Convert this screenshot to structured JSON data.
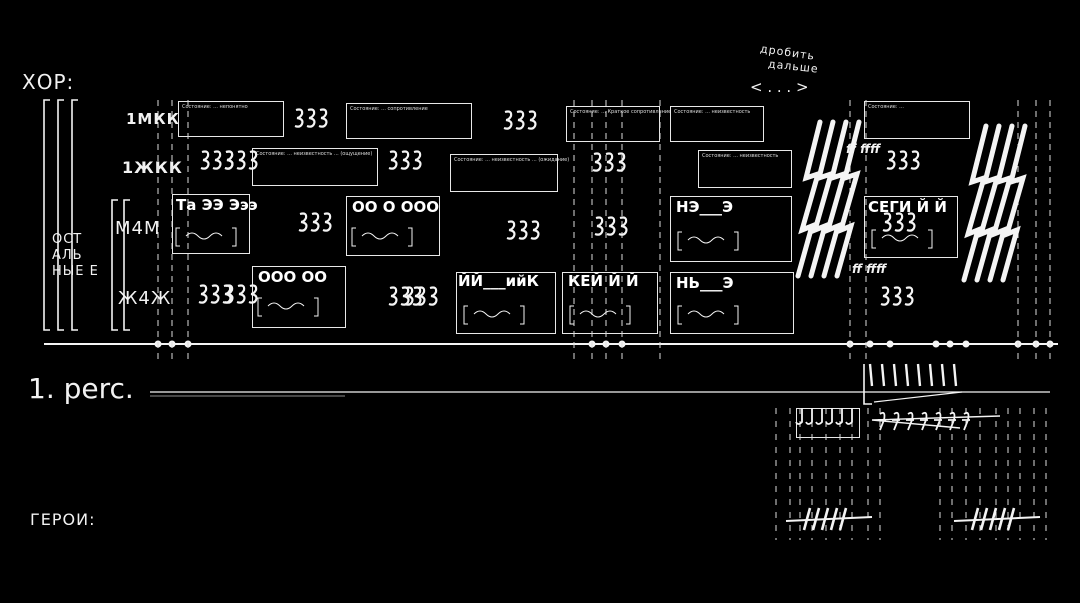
{
  "sections": {
    "choir": "ХОР:",
    "others": "ОСТ\nАЛЬ\nНЫЕ Е",
    "percussion": "1. perc.",
    "heroes": "ГЕРОИ:"
  },
  "voices": [
    "1МКК",
    "1ЖКК",
    "М4М",
    "Ж4Ж"
  ],
  "annotation": {
    "text_line1": "дробить",
    "text_line2": "дальше",
    "arrow": "< . . . >"
  },
  "state_boxes": [
    "Состояние: ... непонятно",
    "Состояние: ... сопротивление",
    "Состояние: ... Краткое сопротивление",
    "Состояние: ... неизвестность",
    "Состояние: ... неизвестность ... (ощущение)",
    "Состояние: ... неизвестность ... (ожидание)",
    "Состояние: ... неизвестность",
    "Состояние: ..."
  ],
  "syllables": {
    "m4m_1": "Та ЭЭ Эээ",
    "m4m_2": "ОО О ООО",
    "m4m_3": "НЭ___Э",
    "m4m_4": "СЕГИ Й Й",
    "zh4zh_1": "ООО ОО",
    "zh4zh_2": "ЙЙ___ийК",
    "zh4zh_3": "КЕЙ Й Й",
    "zh4zh_4": "НЬ___Э"
  },
  "dynamics": {
    "upper": "ff ffff",
    "lower": "ff ffff"
  },
  "colors": {
    "background": "#000000",
    "ink": "#ffffff"
  }
}
